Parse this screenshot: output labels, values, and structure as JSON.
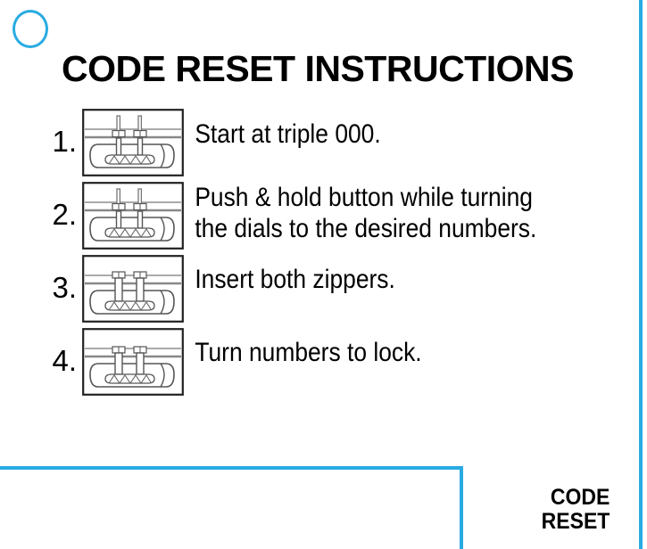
{
  "page": {
    "title": "CODE RESET INSTRUCTIONS",
    "background_color": "#ffffff",
    "accent_color": "#29ABE2",
    "text_color": "#000000"
  },
  "decoration": {
    "circle_mark": "circle-outline-mark",
    "right_edge_rule": "vertical-accent-rule",
    "bottom_rule": "horizontal-accent-rule"
  },
  "steps": [
    {
      "number": "1.",
      "figure": "luggage-lock-diagram",
      "text_line1": "Start at triple 000.",
      "text_line2": ""
    },
    {
      "number": "2.",
      "figure": "luggage-lock-diagram",
      "text_line1": "Push & hold button while turning",
      "text_line2": "the dials to the desired numbers."
    },
    {
      "number": "3.",
      "figure": "luggage-lock-diagram",
      "text_line1": "Insert both zippers.",
      "text_line2": ""
    },
    {
      "number": "4.",
      "figure": "luggage-lock-diagram",
      "text_line1": "Turn numbers to lock.",
      "text_line2": ""
    }
  ],
  "footer": {
    "wordmark_line1": "CODE",
    "wordmark_line2": "RESET"
  }
}
